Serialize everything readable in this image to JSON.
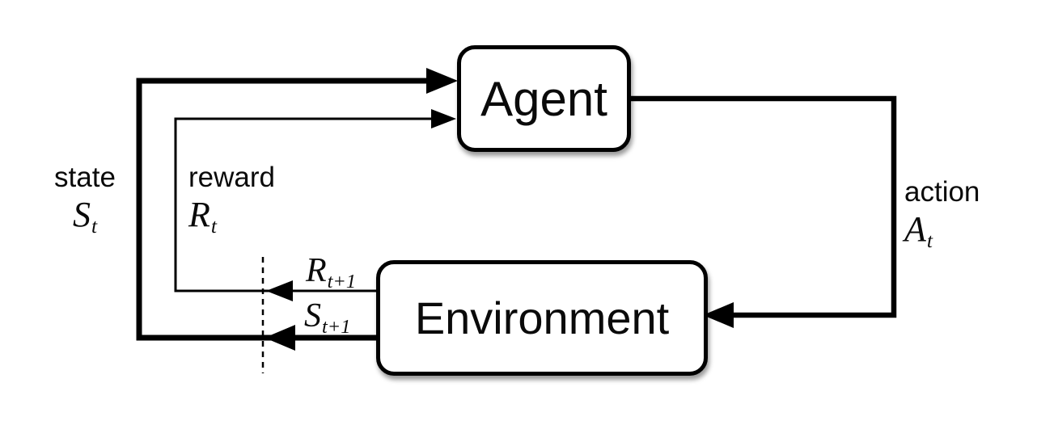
{
  "diagram": {
    "type": "agent-environment-loop",
    "nodes": {
      "agent": {
        "label": "Agent"
      },
      "environment": {
        "label": "Environment"
      }
    },
    "labels": {
      "state": {
        "word": "state",
        "sym_base": "S",
        "sym_sub": "t"
      },
      "reward": {
        "word": "reward",
        "sym_base": "R",
        "sym_sub": "t"
      },
      "action": {
        "word": "action",
        "sym_base": "A",
        "sym_sub": "t"
      },
      "next_reward": {
        "sym_base": "R",
        "sym_sub": "t+1"
      },
      "next_state": {
        "sym_base": "S",
        "sym_sub": "t+1"
      }
    },
    "edges": [
      {
        "from": "Agent",
        "to": "Environment",
        "label": "action At",
        "style": "thick"
      },
      {
        "from": "Environment",
        "to": "Agent",
        "label": "state St / St+1",
        "style": "thick"
      },
      {
        "from": "Environment",
        "to": "Agent",
        "label": "reward Rt / Rt+1",
        "style": "thin"
      }
    ],
    "divider": {
      "style": "dashed-vertical",
      "meaning": "time-step boundary"
    },
    "colors": {
      "line": "#000000",
      "background": "#ffffff",
      "box_fill": "#ffffff",
      "box_border": "#000000"
    }
  }
}
